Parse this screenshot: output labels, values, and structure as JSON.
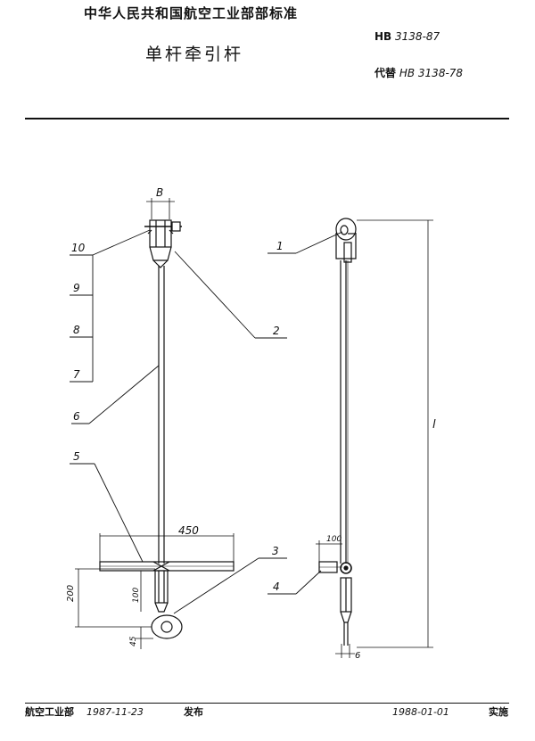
{
  "header": {
    "org": "中华人民共和国航空工业部部标准",
    "standard_prefix": "HB",
    "standard_number": "3138-87",
    "title": "单杆牵引杆",
    "replaces_prefix": "代替",
    "replaces_code": "HB 3138-78"
  },
  "drawing": {
    "callouts": [
      "1",
      "2",
      "3",
      "4",
      "5",
      "6",
      "7",
      "8",
      "9",
      "10"
    ],
    "dims": {
      "width_b": "B",
      "bar_length": "450",
      "total_length": "l",
      "lower_height": "200",
      "tube_length": "100",
      "eye_offset": "45",
      "side_offset": "100",
      "rod_diameter": "6"
    }
  },
  "footer": {
    "issuer": "航空工业部",
    "issue_date": "1987-11-23",
    "issue_label": "发布",
    "effective_date": "1988-01-01",
    "effective_label": "实施"
  }
}
